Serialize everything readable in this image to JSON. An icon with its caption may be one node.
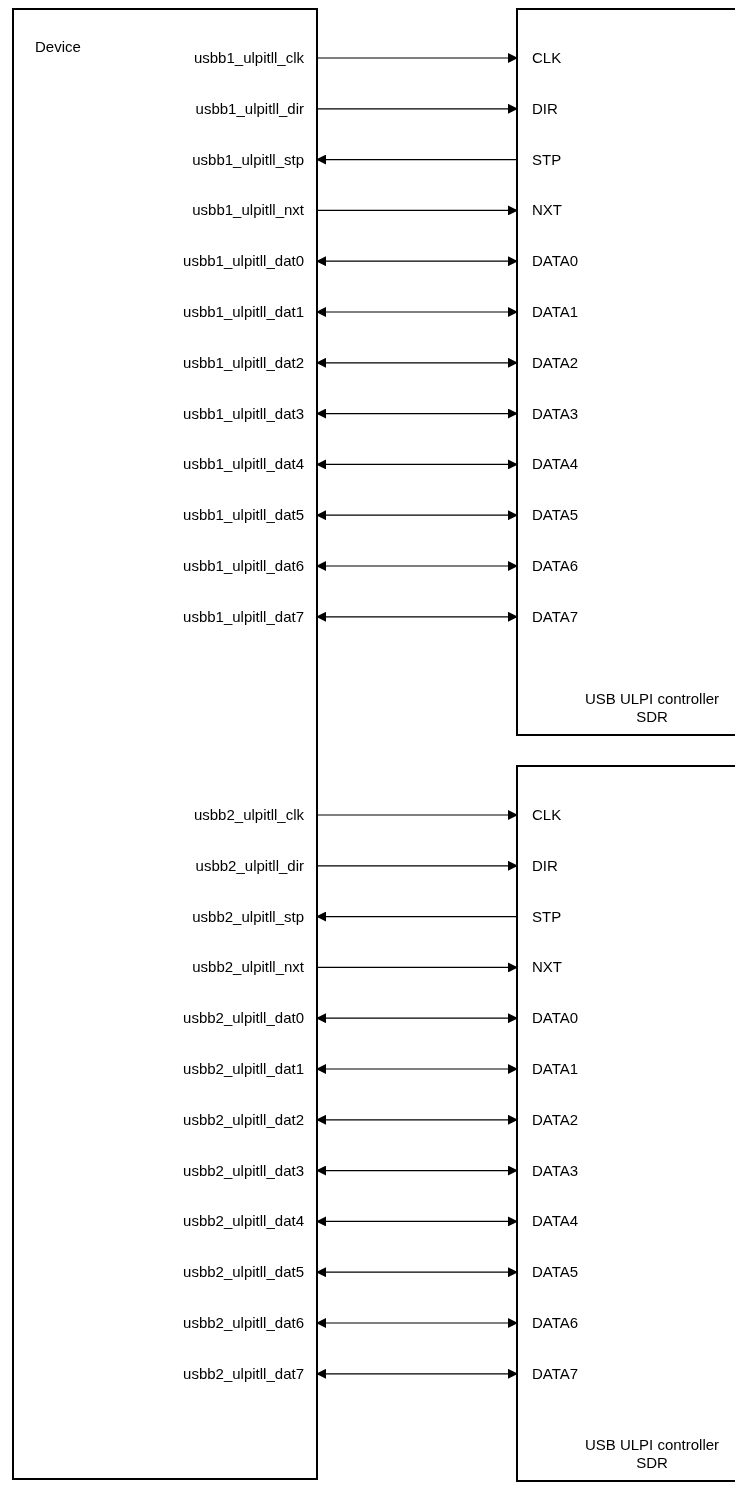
{
  "diagram": {
    "nodes": [
      {
        "text": [
          "Device"
        ]
      },
      {
        "text": [
          "usbb1_ulpitll_clk"
        ],
        "in": 0
      },
      {
        "text": [
          "usbb1_ulpitll_dir"
        ],
        "in": 0
      },
      {
        "text": [
          "usbb1_ulpitll_stp"
        ],
        "in": 0
      },
      {
        "text": [
          "usbb1_ulpitll_nxt"
        ],
        "in": 0
      },
      {
        "text": [
          "usbb1_ulpitll_dat0"
        ],
        "in": 0
      },
      {
        "text": [
          "usbb1_ulpitll_dat1"
        ],
        "in": 0
      },
      {
        "text": [
          "usbb1_ulpitll_dat2"
        ],
        "in": 0
      },
      {
        "text": [
          "usbb1_ulpitll_dat3"
        ],
        "in": 0
      },
      {
        "text": [
          "usbb1_ulpitll_dat4"
        ],
        "in": 0
      },
      {
        "text": [
          "usbb1_ulpitll_dat5"
        ],
        "in": 0
      },
      {
        "text": [
          "usbb1_ulpitll_dat6"
        ],
        "in": 0
      },
      {
        "text": [
          "usbb1_ulpitll_dat7"
        ],
        "in": 0
      },
      {
        "text": [
          "usbb2_ulpitll_clk"
        ],
        "in": 0
      },
      {
        "text": [
          "usbb2_ulpitll_dir"
        ],
        "in": 0
      },
      {
        "text": [
          "usbb2_ulpitll_stp"
        ],
        "in": 0
      },
      {
        "text": [
          "usbb2_ulpitll_nxt"
        ],
        "in": 0
      },
      {
        "text": [
          "usbb2_ulpitll_dat0"
        ],
        "in": 0
      },
      {
        "text": [
          "usbb2_ulpitll_dat1"
        ],
        "in": 0
      },
      {
        "text": [
          "usbb2_ulpitll_dat2"
        ],
        "in": 0
      },
      {
        "text": [
          "usbb2_ulpitll_dat3"
        ],
        "in": 0
      },
      {
        "text": [
          "usbb2_ulpitll_dat4"
        ],
        "in": 0
      },
      {
        "text": [
          "usbb2_ulpitll_dat5"
        ],
        "in": 0
      },
      {
        "text": [
          "usbb2_ulpitll_dat6"
        ],
        "in": 0
      },
      {
        "text": [
          "usbb2_ulpitll_dat7"
        ],
        "in": 0
      },
      {
        "text": [
          "USB ULPI controller SDR"
        ]
      },
      {
        "text": [
          "CLK"
        ],
        "in": 25
      },
      {
        "text": [
          "DIR"
        ],
        "in": 25
      },
      {
        "text": [
          "STP"
        ],
        "in": 25
      },
      {
        "text": [
          "NXT"
        ],
        "in": 25
      },
      {
        "text": [
          "DATA0"
        ],
        "in": 25
      },
      {
        "text": [
          "DATA1"
        ],
        "in": 25
      },
      {
        "text": [
          "DATA2"
        ],
        "in": 25
      },
      {
        "text": [
          "DATA3"
        ],
        "in": 25
      },
      {
        "text": [
          "DATA4"
        ],
        "in": 25
      },
      {
        "text": [
          "DATA5"
        ],
        "in": 25
      },
      {
        "text": [
          "DATA6"
        ],
        "in": 25
      },
      {
        "text": [
          "DATA7"
        ],
        "in": 25
      },
      {
        "text": [
          "USB ULPI controller SDR"
        ]
      },
      {
        "text": [
          "CLK"
        ],
        "in": 38
      },
      {
        "text": [
          "DIR"
        ],
        "in": 38
      },
      {
        "text": [
          "STP"
        ],
        "in": 38
      },
      {
        "text": [
          "NXT"
        ],
        "in": 38
      },
      {
        "text": [
          "DATA0"
        ],
        "in": 38
      },
      {
        "text": [
          "DATA1"
        ],
        "in": 38
      },
      {
        "text": [
          "DATA2"
        ],
        "in": 38
      },
      {
        "text": [
          "DATA3"
        ],
        "in": 38
      },
      {
        "text": [
          "DATA4"
        ],
        "in": 38
      },
      {
        "text": [
          "DATA5"
        ],
        "in": 38
      },
      {
        "text": [
          "DATA6"
        ],
        "in": 38
      },
      {
        "text": [
          "DATA7"
        ],
        "in": 38
      }
    ],
    "edges": [
      {
        "from": 1,
        "to": 26,
        "arrow": "to"
      },
      {
        "from": 2,
        "to": 27,
        "arrow": "to"
      },
      {
        "from": 28,
        "to": 3,
        "arrow": "to"
      },
      {
        "from": 4,
        "to": 29,
        "arrow": "to"
      },
      {
        "from": 5,
        "to": 30,
        "arrow": "both"
      },
      {
        "from": 6,
        "to": 31,
        "arrow": "both"
      },
      {
        "from": 7,
        "to": 32,
        "arrow": "both"
      },
      {
        "from": 8,
        "to": 33,
        "arrow": "both"
      },
      {
        "from": 9,
        "to": 34,
        "arrow": "both"
      },
      {
        "from": 10,
        "to": 35,
        "arrow": "both"
      },
      {
        "from": 11,
        "to": 36,
        "arrow": "both"
      },
      {
        "from": 12,
        "to": 37,
        "arrow": "both"
      },
      {
        "from": 13,
        "to": 39,
        "arrow": "to"
      },
      {
        "from": 14,
        "to": 40,
        "arrow": "to"
      },
      {
        "from": 41,
        "to": 15,
        "arrow": "to"
      },
      {
        "from": 16,
        "to": 42,
        "arrow": "to"
      },
      {
        "from": 17,
        "to": 43,
        "arrow": "both"
      },
      {
        "from": 18,
        "to": 44,
        "arrow": "both"
      },
      {
        "from": 19,
        "to": 45,
        "arrow": "both"
      },
      {
        "from": 20,
        "to": 46,
        "arrow": "both"
      },
      {
        "from": 21,
        "to": 47,
        "arrow": "both"
      },
      {
        "from": 22,
        "to": 48,
        "arrow": "both"
      },
      {
        "from": 23,
        "to": 49,
        "arrow": "both"
      },
      {
        "from": 24,
        "to": 50,
        "arrow": "both"
      }
    ]
  }
}
